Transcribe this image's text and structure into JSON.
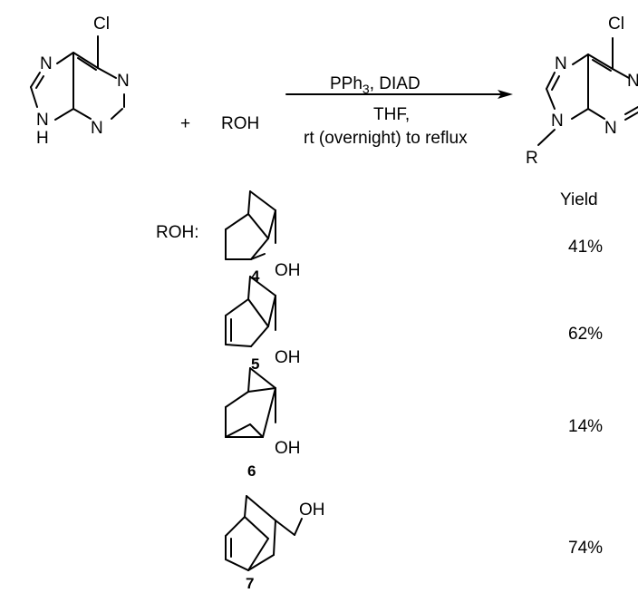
{
  "reaction": {
    "reactant": {
      "substituent": "Cl",
      "atoms": [
        "N",
        "N",
        "N",
        "N"
      ],
      "nh": "H"
    },
    "plus": "+",
    "reagent": "ROH",
    "conditions": {
      "line1_main": "PPh",
      "line1_sub": "3",
      "line1_rest": ", DIAD",
      "line2": "THF,",
      "line3": "rt (overnight) to reflux"
    },
    "product": {
      "substituent": "Cl",
      "atoms": [
        "N",
        "N",
        "N",
        "N"
      ],
      "r_group": "R"
    }
  },
  "table": {
    "rowhead": "ROH:",
    "yield_header": "Yield",
    "entries": [
      {
        "number": "4",
        "group": "OH",
        "yield": "41%"
      },
      {
        "number": "5",
        "group": "OH",
        "yield": "62%"
      },
      {
        "number": "6",
        "group": "OH",
        "yield": "14%"
      },
      {
        "number": "7",
        "group": "OH",
        "yield": "74%"
      }
    ]
  }
}
